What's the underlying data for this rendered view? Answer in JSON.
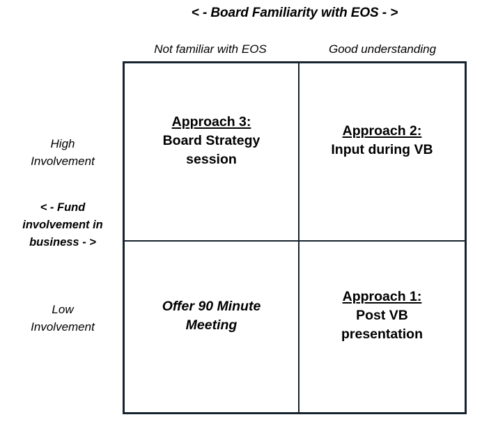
{
  "axes": {
    "top_title": "< - Board Familiarity with EOS - >",
    "left_title_line1": "< - Fund",
    "left_title_line2": "involvement in",
    "left_title_line3": "business - >",
    "columns": [
      {
        "label": "Not familiar with EOS"
      },
      {
        "label": "Good understanding"
      }
    ],
    "rows": [
      {
        "label_line1": "High",
        "label_line2": "Involvement"
      },
      {
        "label_line1": "Low",
        "label_line2": "Involvement"
      }
    ]
  },
  "matrix": {
    "cells": [
      {
        "id": "high-not-familiar",
        "heading": "Approach 3:",
        "body_line1": "Board Strategy",
        "body_line2": "session",
        "italic": false
      },
      {
        "id": "high-good-understanding",
        "heading": "Approach 2:",
        "body_line1": "Input during VB",
        "body_line2": "",
        "italic": false
      },
      {
        "id": "low-not-familiar",
        "heading": "",
        "body_line1": "Offer 90 Minute",
        "body_line2": "Meeting",
        "italic": true
      },
      {
        "id": "low-good-understanding",
        "heading": "Approach 1:",
        "body_line1": "Post VB",
        "body_line2": "presentation",
        "italic": false
      }
    ]
  },
  "style": {
    "border_color": "#16232f",
    "background": "#ffffff",
    "text_color": "#000000"
  }
}
